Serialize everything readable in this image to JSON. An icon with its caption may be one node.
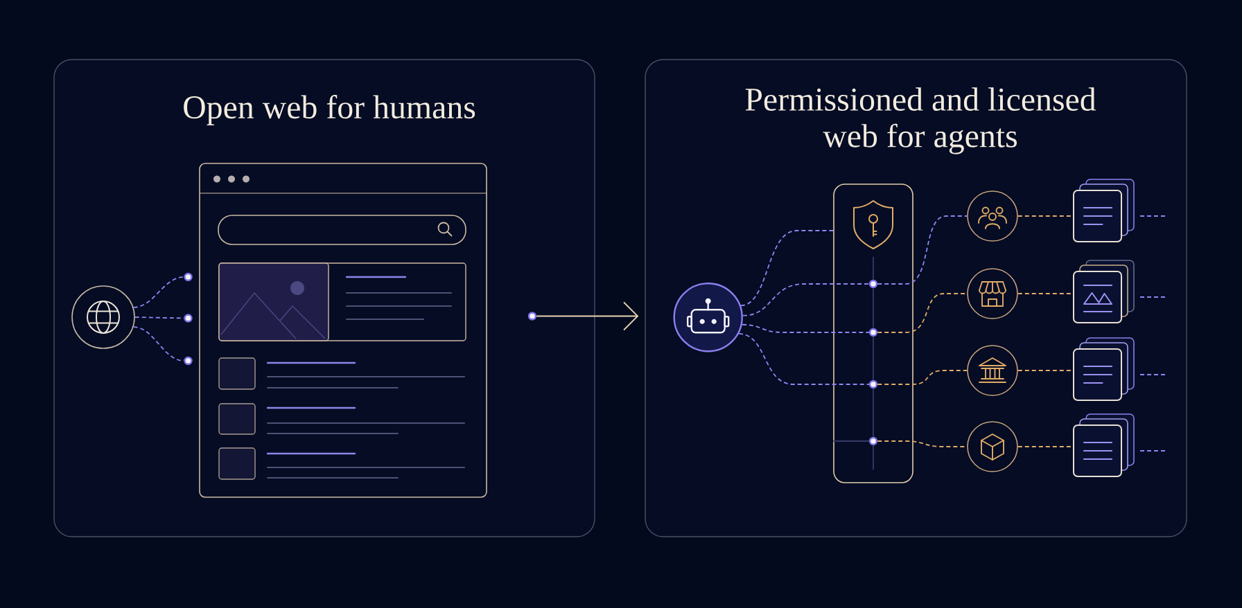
{
  "diagram": {
    "nodes": [
      {
        "text": [
          "Open web for humans"
        ]
      },
      {
        "text": [
          "Permissioned and licensed web for agents"
        ]
      },
      {
        "text": [],
        "shape": "circle",
        "in": 0
      },
      {
        "text": [],
        "shape": "circle",
        "in": 0
      },
      {
        "text": [],
        "shape": "circle",
        "in": 0
      },
      {
        "text": [],
        "shape": "circle",
        "in": 0
      },
      {
        "text": [],
        "shape": "circle",
        "in": 0
      },
      {
        "text": [],
        "shape": "circle",
        "in": 1
      },
      {
        "text": [],
        "shape": "box",
        "in": 1
      },
      {
        "text": [],
        "shape": "circle",
        "in": 8
      },
      {
        "text": [],
        "shape": "circle",
        "in": 8
      },
      {
        "text": [],
        "shape": "circle",
        "in": 8
      },
      {
        "text": [],
        "shape": "circle",
        "in": 8
      },
      {
        "text": [],
        "shape": "circle",
        "in": 1
      },
      {
        "text": [],
        "shape": "circle",
        "in": 1
      },
      {
        "text": [],
        "shape": "circle",
        "in": 1
      },
      {
        "text": [],
        "shape": "circle",
        "in": 1
      },
      {
        "text": [],
        "shape": "box",
        "in": 1
      },
      {
        "text": [],
        "shape": "box",
        "in": 1
      },
      {
        "text": [],
        "shape": "box",
        "in": 1
      },
      {
        "text": [],
        "shape": "box",
        "in": 1
      }
    ],
    "edges": [
      {
        "from": 2,
        "to": 3,
        "arrow": "none",
        "style": "dashed"
      },
      {
        "from": 2,
        "to": 4,
        "arrow": "none",
        "style": "dashed"
      },
      {
        "from": 2,
        "to": 5,
        "arrow": "none",
        "style": "dashed"
      },
      {
        "from": 6,
        "to": 1,
        "arrow": "to",
        "color": "#e8d5b0"
      },
      {
        "from": 7,
        "to": 8,
        "arrow": "none",
        "style": "dashed"
      },
      {
        "from": 7,
        "to": 9,
        "arrow": "none",
        "style": "dashed"
      },
      {
        "from": 7,
        "to": 10,
        "arrow": "none",
        "style": "dashed"
      },
      {
        "from": 7,
        "to": 11,
        "arrow": "none",
        "style": "dashed"
      },
      {
        "from": null,
        "to": 9,
        "arrow": "none",
        "color": "#363a68"
      },
      {
        "from": 9,
        "to": 10,
        "arrow": "none",
        "color": "#363a68"
      },
      {
        "from": 10,
        "to": 11,
        "arrow": "none",
        "color": "#363a68"
      },
      {
        "from": 11,
        "to": 12,
        "arrow": "none",
        "color": "#363a68"
      },
      {
        "from": 12,
        "to": null,
        "arrow": "none",
        "color": "#363a68"
      },
      {
        "from": 8,
        "to": 12,
        "arrow": "none",
        "color": "#363a68"
      },
      {
        "from": 9,
        "to": 13,
        "arrow": "none",
        "style": "dashed"
      },
      {
        "from": 10,
        "to": 14,
        "arrow": "none",
        "style": "dashed",
        "color": "#e3ac68"
      },
      {
        "from": 11,
        "to": 15,
        "arrow": "none",
        "style": "dashed",
        "color": "#e3ac68"
      },
      {
        "from": 12,
        "to": 16,
        "arrow": "none",
        "style": "dashed",
        "color": "#e3ac68"
      },
      {
        "from": 13,
        "to": 17,
        "arrow": "none",
        "style": "dashed",
        "color": "#e3ac68"
      },
      {
        "from": 14,
        "to": 18,
        "arrow": "none",
        "style": "dashed",
        "color": "#e3ac68"
      },
      {
        "from": 15,
        "to": 19,
        "arrow": "none",
        "style": "dashed",
        "color": "#e3ac68"
      },
      {
        "from": 16,
        "to": 20,
        "arrow": "none",
        "style": "dashed",
        "color": "#e3ac68"
      },
      {
        "from": 17,
        "to": null,
        "arrow": "none",
        "style": "dashed"
      },
      {
        "from": 18,
        "to": null,
        "arrow": "none",
        "style": "dashed"
      },
      {
        "from": 19,
        "to": null,
        "arrow": "none",
        "style": "dashed"
      },
      {
        "from": 20,
        "to": null,
        "arrow": "none",
        "style": "dashed"
      }
    ]
  }
}
